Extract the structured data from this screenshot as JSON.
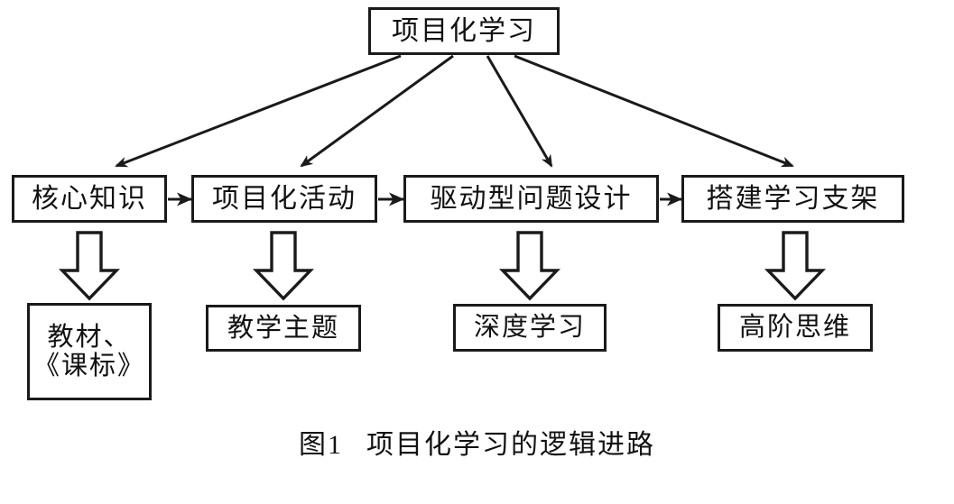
{
  "figure": {
    "caption_label": "图1",
    "caption_title": "项目化学习的逻辑进路",
    "root": {
      "label": "项目化学习"
    },
    "stages": [
      {
        "label": "核心知识"
      },
      {
        "label": "项目化活动"
      },
      {
        "label": "驱动型问题设计"
      },
      {
        "label": "搭建学习支架"
      }
    ],
    "outcomes": [
      {
        "label": "教材、\n《课标》"
      },
      {
        "label": "教学主题"
      },
      {
        "label": "深度学习"
      },
      {
        "label": "高阶思维"
      }
    ],
    "colors": {
      "stroke": "#1a1a1a",
      "fill": "#ffffff",
      "text": "#111111"
    },
    "edges": {
      "root_to_stage": "thin-line-solid-arrowhead",
      "stage_to_stage": "short-solid-arrowhead",
      "stage_to_outcome": "hollow-block-down-arrow"
    }
  }
}
